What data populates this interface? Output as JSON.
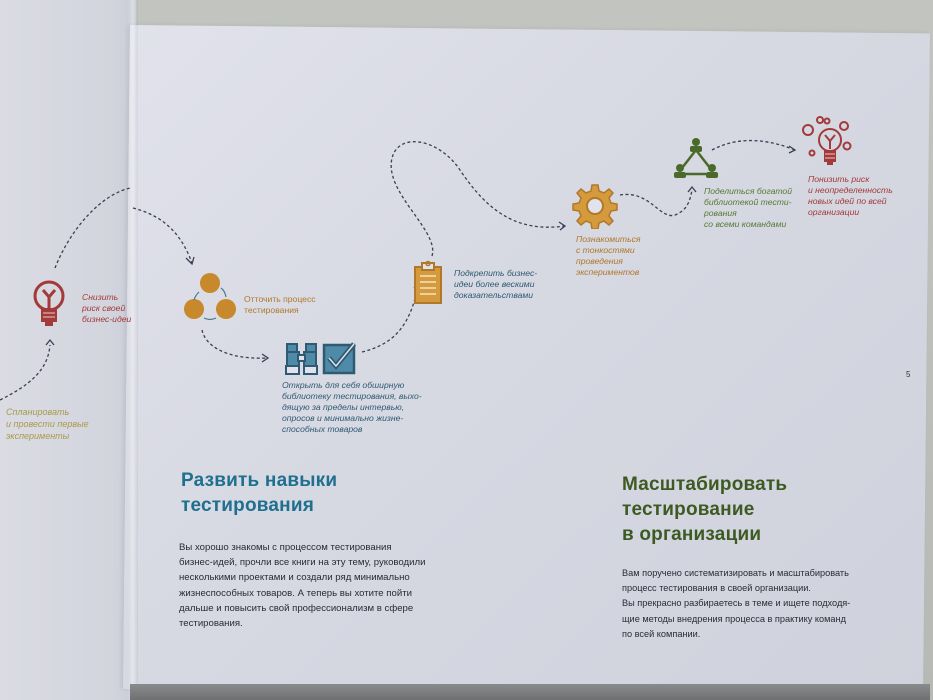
{
  "photo": {
    "subject": "Open printed book spread showing a testing-skills roadmap"
  },
  "colors": {
    "red": "#a33a3a",
    "orange": "#c8892c",
    "teal_blue": "#2e6e8e",
    "olive_green": "#4b6a2a",
    "dark_green_heading": "#3d5a22",
    "blue_heading": "#1f6f8f",
    "body_text": "#2b2b33",
    "dashed_path": "#3a3f55"
  },
  "left_page": {
    "step_plan": {
      "lines": [
        "Спланировать",
        "и провести первые",
        "эксперименты"
      ]
    },
    "step_reduce_risk": {
      "icon": "lightbulb-icon",
      "lines": [
        "Снизить",
        "риск своей",
        "бизнес-идеи"
      ]
    }
  },
  "roadmap": {
    "steps": [
      {
        "icon": "cycle-circles-icon",
        "lines": [
          "Отточить процесс",
          "тестирования"
        ]
      },
      {
        "icon": "binoculars-checkbox-icon",
        "lines": [
          "Открыть для себя обширную",
          "библиотеку тестирования, выхо-",
          "дящую за пределы интервью,",
          "опросов и минимально жизне-",
          "способных товаров"
        ]
      },
      {
        "icon": "clipboard-icon",
        "lines": [
          "Подкрепить бизнес-",
          "идеи более вескими",
          "доказательствами"
        ]
      },
      {
        "icon": "gear-icon",
        "lines": [
          "Познакомиться",
          "с тонкостями",
          "проведения",
          "экспериментов"
        ]
      },
      {
        "icon": "team-triangle-icon",
        "lines": [
          "Поделиться богатой",
          "библиотекой тести-",
          "рования",
          "со всеми командами"
        ]
      },
      {
        "icon": "many-lightbulbs-icon",
        "lines": [
          "Понизить риск",
          "и неопределенность",
          "новых идей по всей",
          "организации"
        ]
      }
    ]
  },
  "sections": {
    "develop": {
      "title_lines": [
        "Развить навыки",
        "тестирования"
      ],
      "body_lines": [
        "Вы хорошо знакомы с процессом тестирования",
        "бизнес-идей, прочли все книги на эту тему, руководили",
        "несколькими проектами и создали ряд минимально",
        "жизнеспособных товаров. А теперь вы хотите пойти",
        "дальше и повысить свой профессионализм в сфере",
        "тестирования."
      ]
    },
    "scale": {
      "title_lines": [
        "Масштабировать",
        "тестирование",
        "в организации"
      ],
      "body_lines": [
        "Вам поручено систематизировать и масштабировать",
        "процесс тестирования в своей организации.",
        "Вы прекрасно разбираетесь в теме и ищете подходя-",
        "щие методы внедрения процесса в практику команд",
        "по всей компании."
      ]
    }
  },
  "page_number": "5"
}
